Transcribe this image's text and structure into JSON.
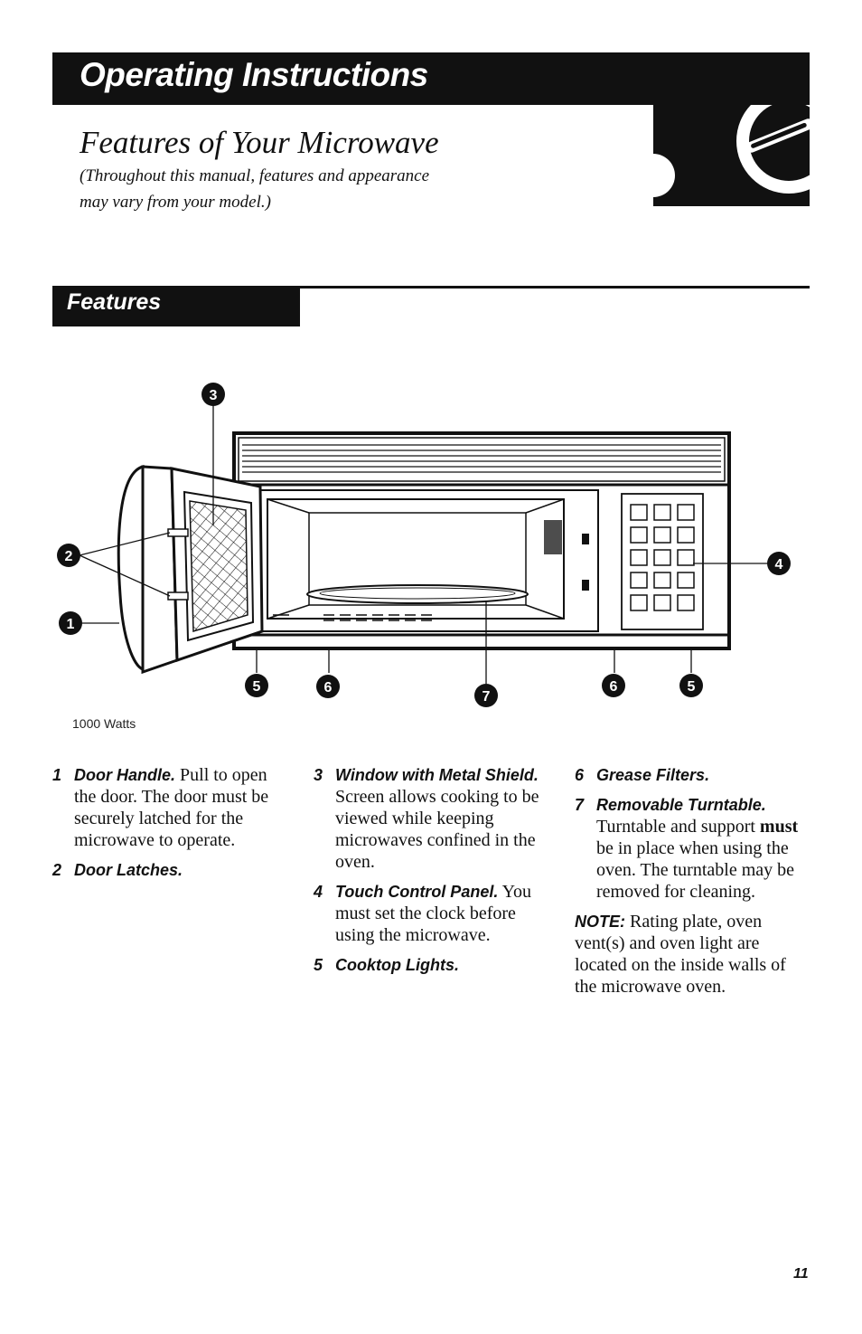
{
  "header": {
    "title": "Operating Instructions"
  },
  "subheader": {
    "title": "Features of Your Microwave",
    "note_line1": "(Throughout this manual, features and appearance",
    "note_line2": "may vary from your model.)"
  },
  "section": {
    "title": "Features"
  },
  "diagram": {
    "callouts": [
      "1",
      "2",
      "3",
      "4",
      "5",
      "6",
      "7",
      "6",
      "5"
    ],
    "caption": "1000 Watts"
  },
  "features": [
    {
      "num": "1",
      "label": "Door Handle.",
      "text": " Pull to open the door. The door must be securely latched for the microwave to operate."
    },
    {
      "num": "2",
      "label": "Door Latches.",
      "text": ""
    },
    {
      "num": "3",
      "label": "Window with Metal Shield.",
      "text": " Screen allows cooking to be viewed while keeping microwaves confined in the oven."
    },
    {
      "num": "4",
      "label": "Touch Control Panel.",
      "text": " You must set the clock before using the microwave."
    },
    {
      "num": "5",
      "label": "Cooktop Lights.",
      "text": ""
    },
    {
      "num": "6",
      "label": "Grease Filters.",
      "text": ""
    },
    {
      "num": "7",
      "label": "Removable Turntable.",
      "text_before": " Turntable and support ",
      "emphasis": "must",
      "text_after": " be in place when using the oven. The turntable may be removed for cleaning."
    }
  ],
  "note": {
    "label": "NOTE:",
    "text": " Rating plate, oven vent(s) and oven light are located on the inside walls of the microwave oven."
  },
  "page_number": "11"
}
